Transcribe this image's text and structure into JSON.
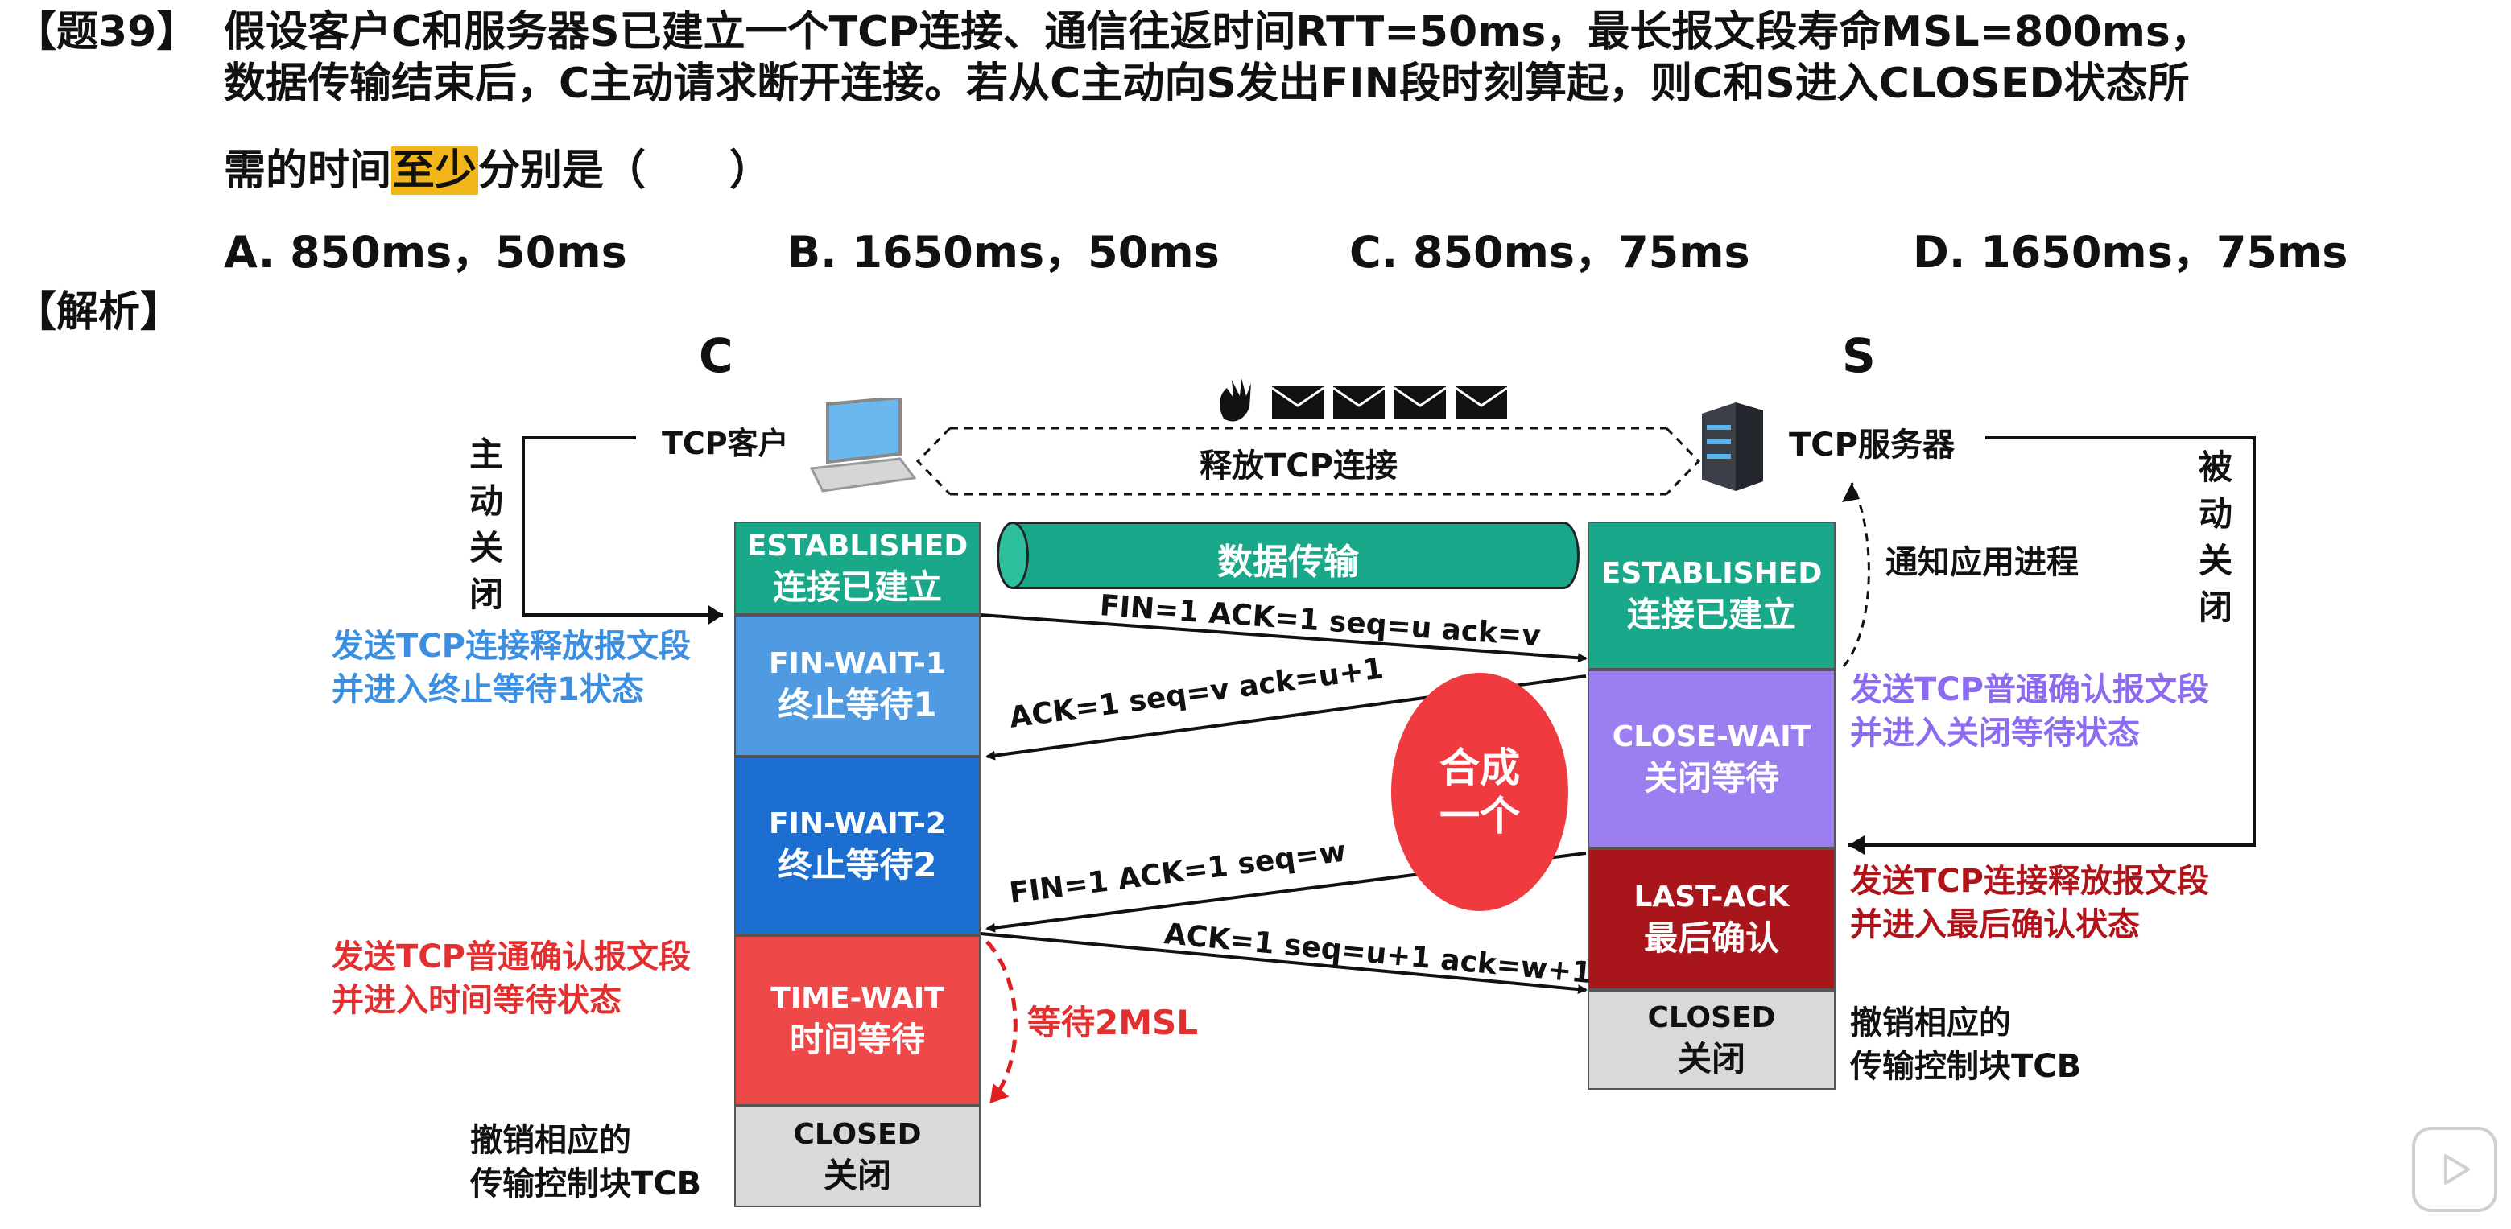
{
  "question": {
    "tag": "【题39】",
    "line1": "假设客户C和服务器S已建立一个TCP连接、通信往返时间RTT=50ms，最长报文段寿命MSL=800ms，",
    "line2": "数据传输结束后，C主动请求断开连接。若从C主动向S发出FIN段时刻算起，则C和S进入CLOSED状态所",
    "line3_pre": "需的时间",
    "line3_hl": "至少",
    "line3_post": "分别是（　　）",
    "options": [
      "A. 850ms，50ms",
      "B. 1650ms，50ms",
      "C. 850ms，75ms",
      "D. 1650ms，75ms"
    ]
  },
  "analysis_label": "【解析】",
  "diagram": {
    "client_letter": "C",
    "server_letter": "S",
    "client_label": "TCP客户",
    "server_label": "TCP服务器",
    "release_label": "释放TCP连接",
    "active_close": "主动关闭",
    "passive_close": "被动关闭",
    "data_transfer": "数据传输",
    "notify_app": "通知应用进程",
    "merge_label": "合成一个",
    "wait_2msl": "等待2MSL",
    "client_states": [
      {
        "en": "ESTABLISHED",
        "zh": "连接已建立",
        "color": "#1aa88a"
      },
      {
        "en": "FIN-WAIT-1",
        "zh": "终止等待1",
        "color": "#4f9ae0"
      },
      {
        "en": "FIN-WAIT-2",
        "zh": "终止等待2",
        "color": "#1c6fd1"
      },
      {
        "en": "TIME-WAIT",
        "zh": "时间等待",
        "color": "#ef4848"
      },
      {
        "en": "CLOSED",
        "zh": "关闭",
        "color": "#d9d9d9"
      }
    ],
    "server_states": [
      {
        "en": "ESTABLISHED",
        "zh": "连接已建立",
        "color": "#1aa88a"
      },
      {
        "en": "CLOSE-WAIT",
        "zh": "关闭等待",
        "color": "#9b7ff0"
      },
      {
        "en": "LAST-ACK",
        "zh": "最后确认",
        "color": "#a8161c"
      },
      {
        "en": "CLOSED",
        "zh": "关闭",
        "color": "#d9d9d9"
      }
    ],
    "messages": [
      "FIN=1    ACK=1    seq=u    ack=v",
      "ACK=1    seq=v    ack=u+1",
      "FIN=1    ACK=1    seq=w",
      "ACK=1   seq=u+1   ack=w+1"
    ],
    "notes": {
      "client_fin_1": "发送TCP连接释放报文段",
      "client_fin_2": "并进入终止等待1状态",
      "client_ack_1": "发送TCP普通确认报文段",
      "client_ack_2": "并进入时间等待状态",
      "client_tcb_1": "撤销相应的",
      "client_tcb_2": "传输控制块TCB",
      "server_ack_1": "发送TCP普通确认报文段",
      "server_ack_2": "并进入关闭等待状态",
      "server_fin_1": "发送TCP连接释放报文段",
      "server_fin_2": "并进入最后确认状态",
      "server_tcb_1": "撤销相应的",
      "server_tcb_2": "传输控制块TCB"
    }
  }
}
